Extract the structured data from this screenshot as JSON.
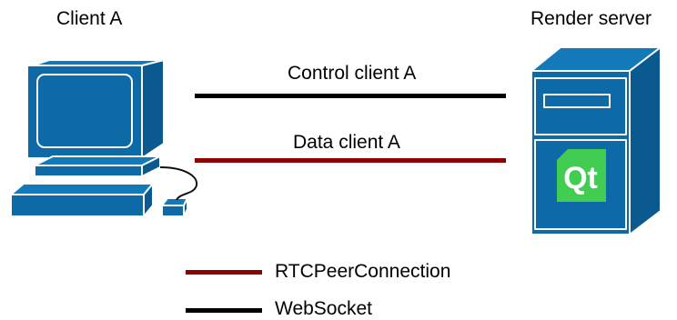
{
  "client": {
    "title": "Client A"
  },
  "server": {
    "title": "Render server",
    "logo_text": "Qt"
  },
  "connections": [
    {
      "label": "Control client A",
      "kind": "WebSocket"
    },
    {
      "label": "Data client A",
      "kind": "RTCPeerConnection"
    }
  ],
  "legend": [
    {
      "label": "RTCPeerConnection",
      "color": "#8b0000"
    },
    {
      "label": "WebSocket",
      "color": "#000000"
    }
  ],
  "colors": {
    "websocket": "#000000",
    "rtc": "#8b0000",
    "device_fill": "#0e6aa6",
    "qt_green": "#41cd52"
  }
}
